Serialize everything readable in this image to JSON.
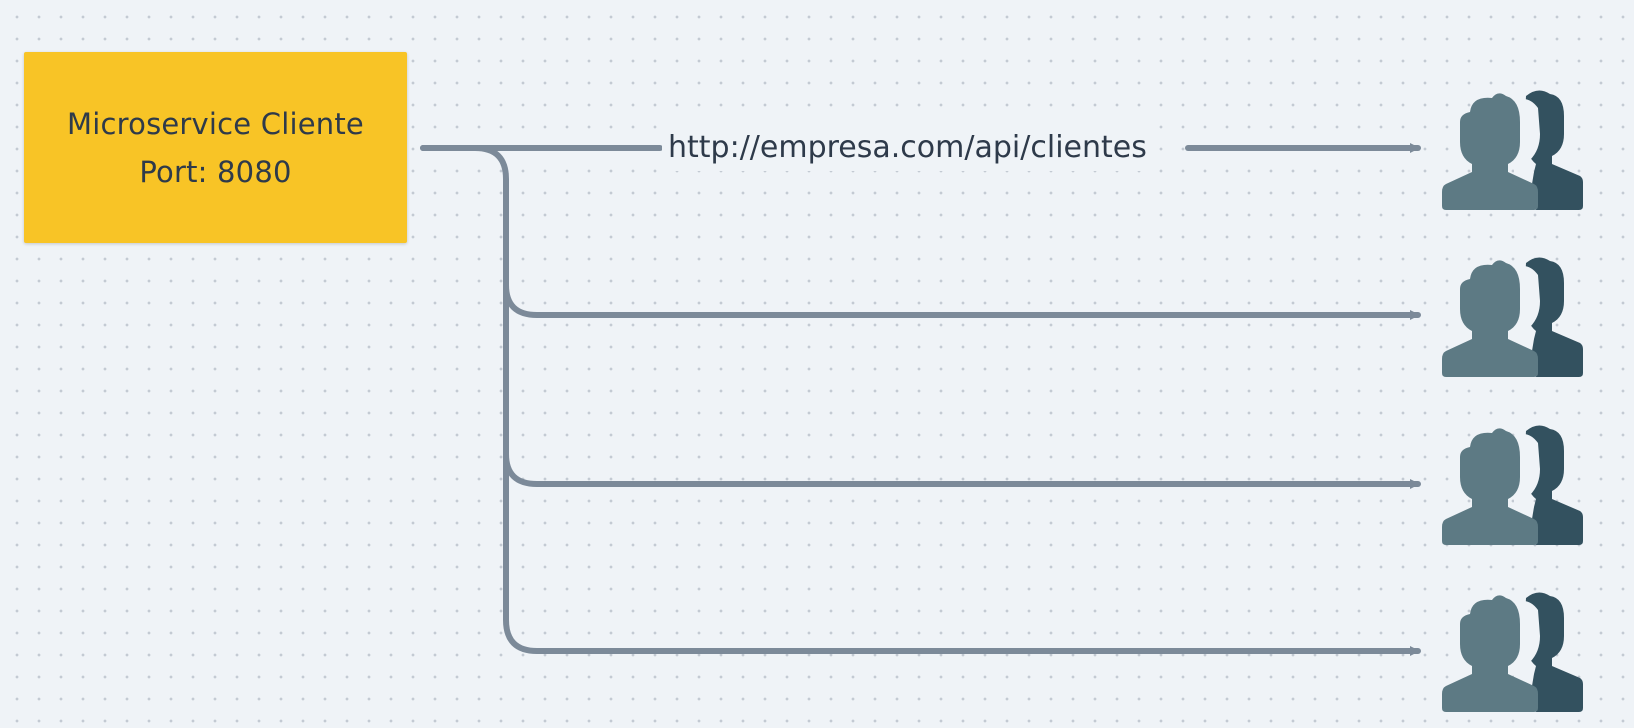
{
  "service": {
    "name": "Microservice Cliente",
    "port_label": "Port: 8080"
  },
  "connection": {
    "url_label": "http://empresa.com/api/clientes"
  },
  "clients": [
    {
      "icon": "user-group-icon"
    },
    {
      "icon": "user-group-icon"
    },
    {
      "icon": "user-group-icon"
    },
    {
      "icon": "user-group-icon"
    }
  ],
  "colors": {
    "service_box": "#f8c426",
    "text": "#2e3a4a",
    "connector": "#7c8a99",
    "user_front": "#5d7a84",
    "user_back": "#33515f",
    "background": "#eff3f7"
  }
}
